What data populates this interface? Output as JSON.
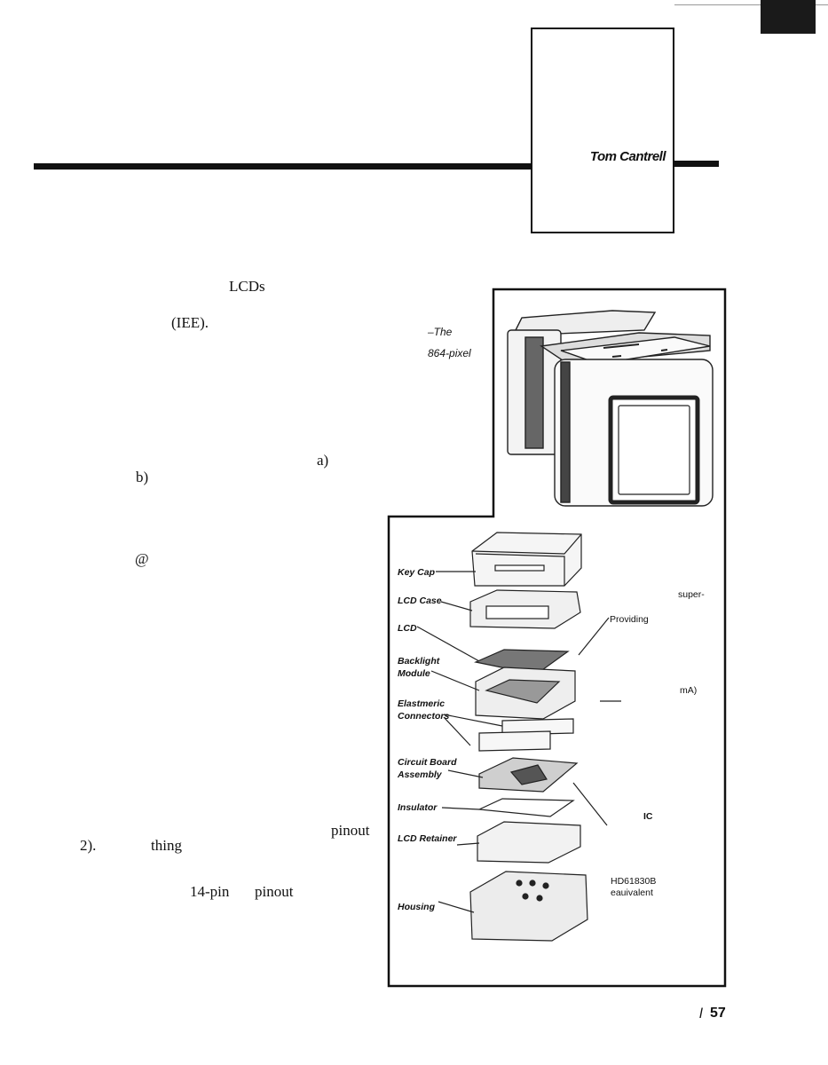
{
  "header": {
    "author": "Tom Cantrell"
  },
  "body_fragments": {
    "lcds": "LCDs",
    "iee": "(IEE).",
    "a": "a)",
    "b": "b)",
    "at": "@",
    "pinout1": "pinout",
    "two": "2).",
    "thing": "thing",
    "fourteen_pin": "14-pin",
    "pinout2": "pinout"
  },
  "caption_fragments": {
    "the": "–The",
    "pixel": "864-pixel",
    "super": "super-",
    "providing": "Providing",
    "ma": "mA)",
    "ic": "IC",
    "hd": "HD61830B",
    "equivalent": "eauivalent"
  },
  "figure_labels": {
    "key_cap": "Key Cap",
    "lcd_case": "LCD Case",
    "lcd": "LCD",
    "backlight_1": "Backlight",
    "backlight_2": "Module",
    "elastmeric_1": "Elastmeric",
    "elastmeric_2": "Connectors",
    "circuit_1": "Circuit Board",
    "circuit_2": "Assembly",
    "insulator": "Insulator",
    "lcd_retainer": "LCD Retainer",
    "housing": "Housing"
  },
  "footer": {
    "issue_mark": "l",
    "page_number": "57"
  }
}
